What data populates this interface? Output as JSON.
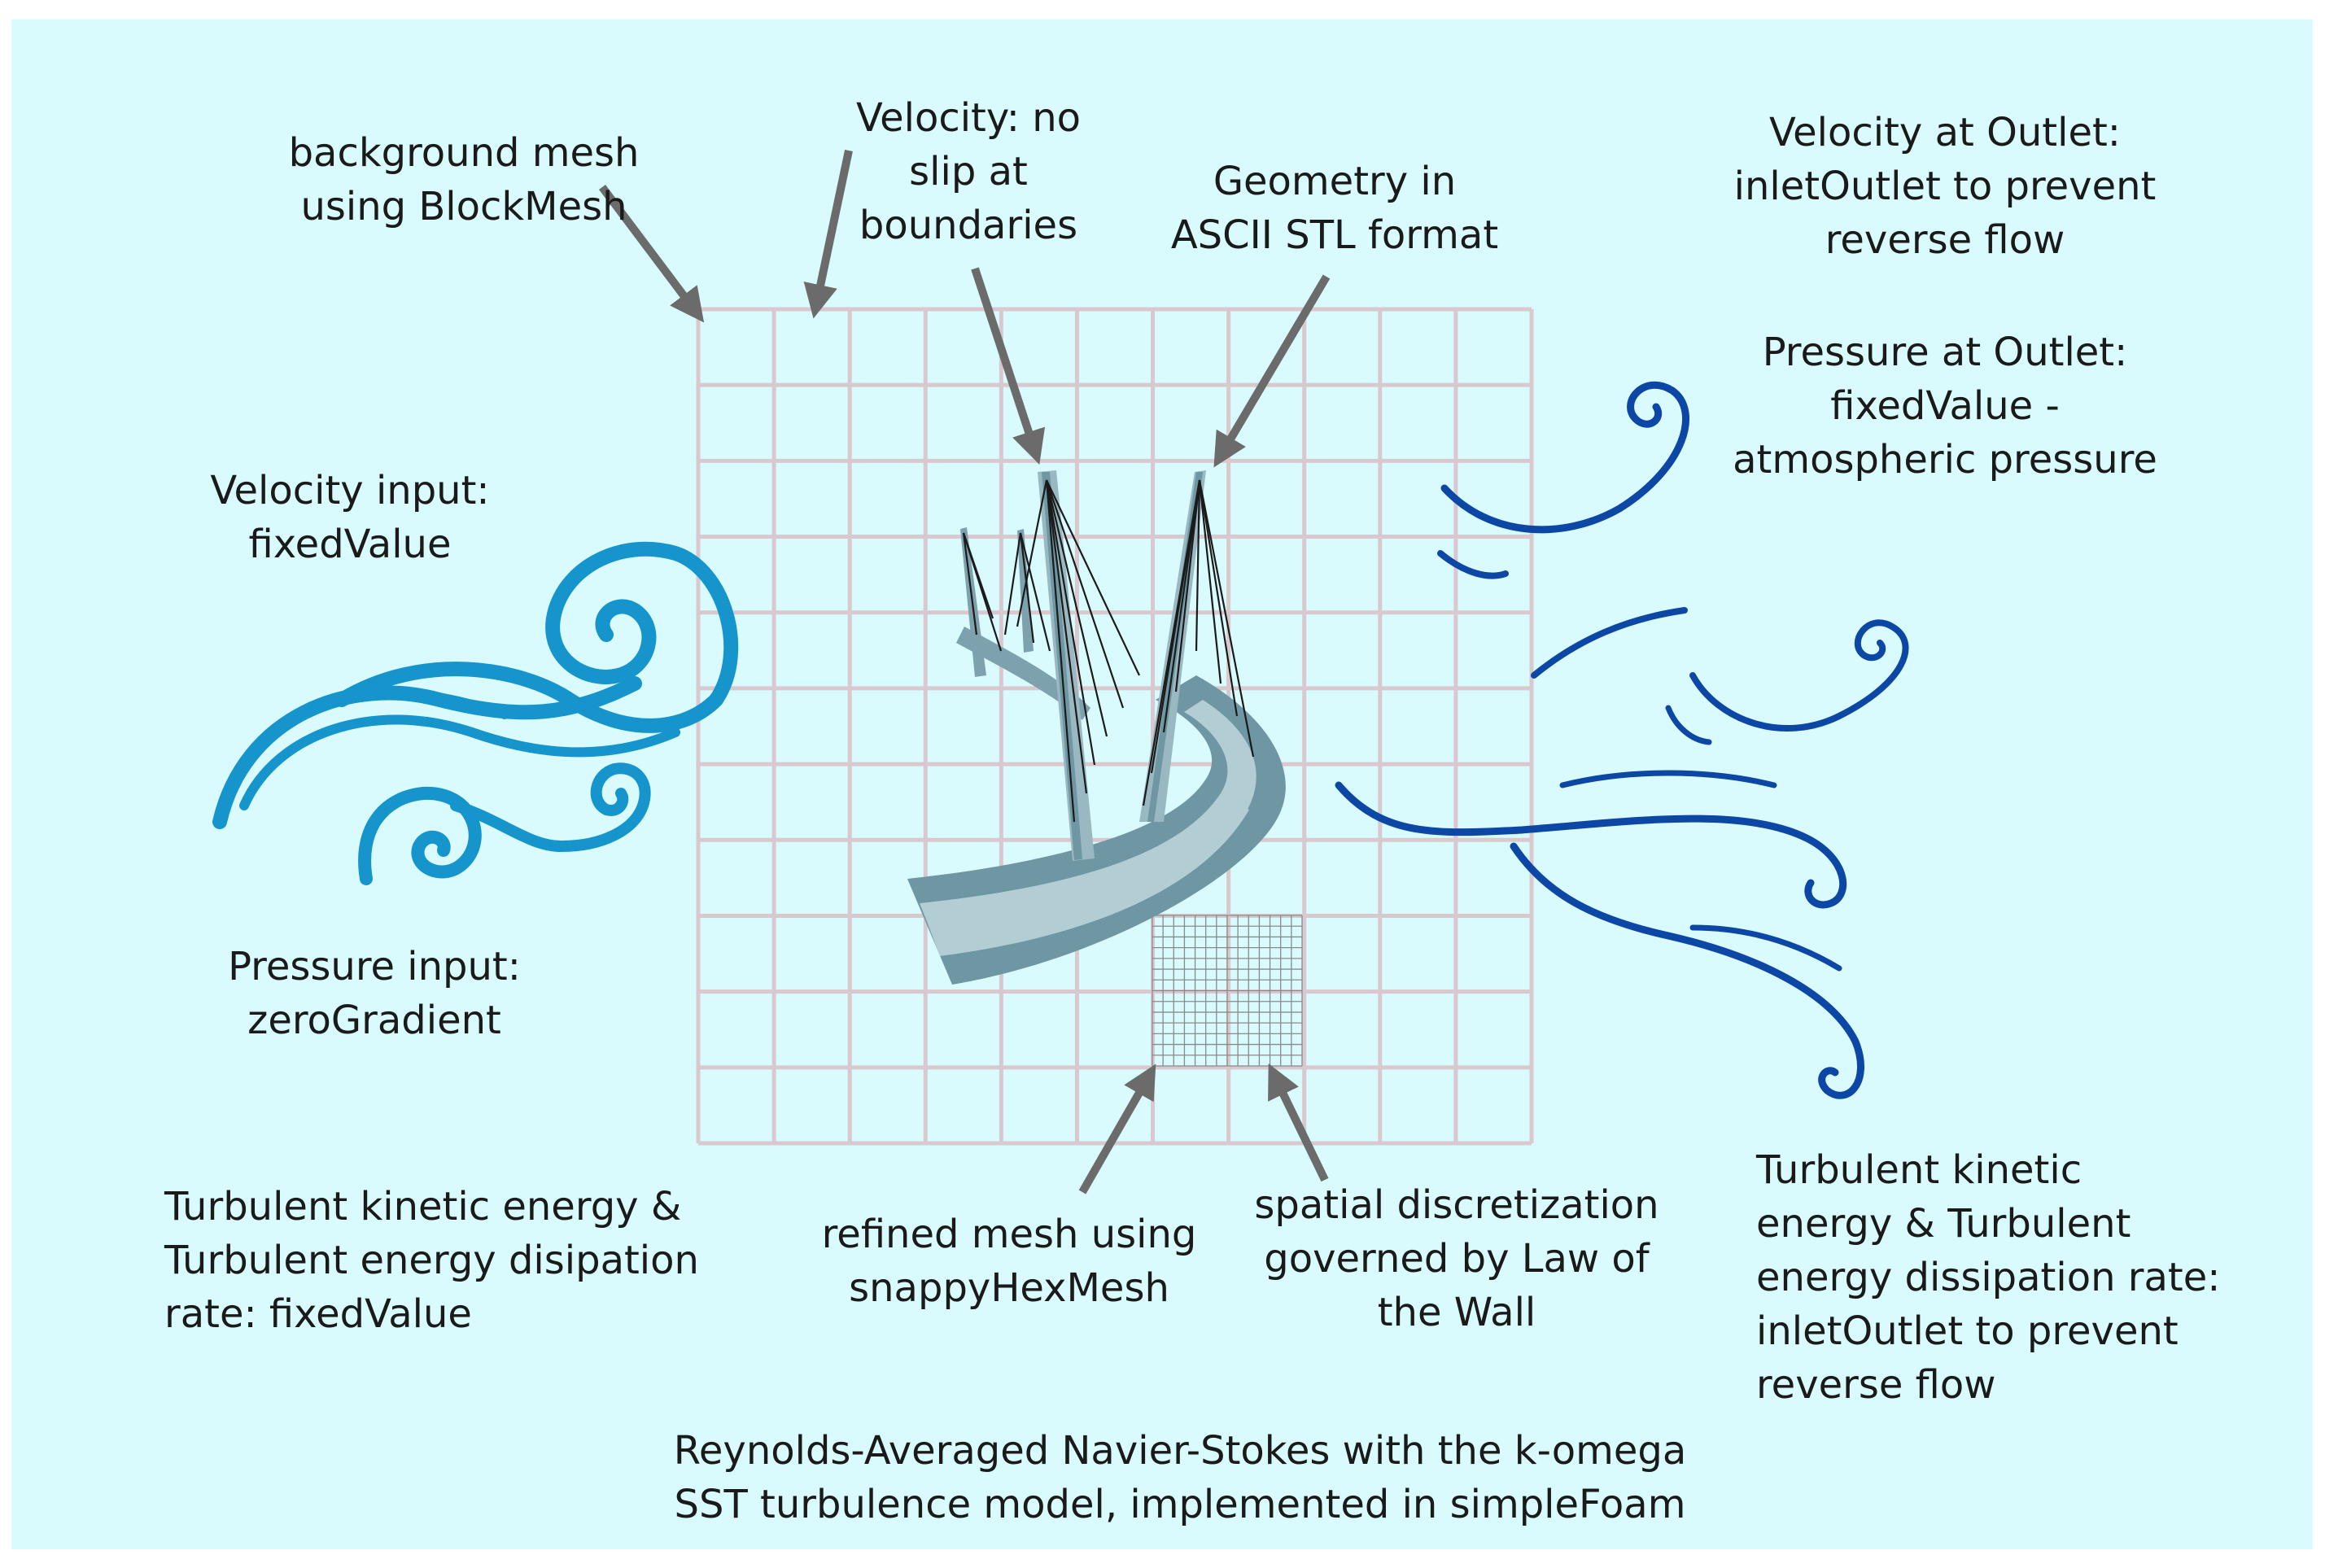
{
  "labels": {
    "background_mesh": [
      "background mesh",
      "using BlockMesh"
    ],
    "velocity_no_slip": [
      "Velocity: no",
      "slip at",
      "boundaries"
    ],
    "geometry_stl": [
      "Geometry in",
      "ASCII STL format"
    ],
    "velocity_outlet": [
      "Velocity at Outlet:",
      "inletOutlet to prevent",
      "reverse flow"
    ],
    "pressure_outlet": [
      "Pressure at Outlet:",
      "fixedValue -",
      "atmospheric pressure"
    ],
    "velocity_input": [
      "Velocity input:",
      "fixedValue"
    ],
    "pressure_input": [
      "Pressure input:",
      "zeroGradient"
    ],
    "turbulent_inlet": [
      "Turbulent kinetic energy &",
      "Turbulent energy disipation",
      "rate: fixedValue"
    ],
    "refined_mesh": [
      "refined mesh using",
      "snappyHexMesh"
    ],
    "spatial_discretization": [
      "spatial discretization",
      "governed by Law of",
      "the Wall"
    ],
    "turbulent_outlet": [
      "Turbulent kinetic",
      "energy & Turbulent",
      "energy dissipation rate:",
      "inletOutlet to prevent",
      "reverse flow"
    ],
    "model_caption": [
      "Reynolds-Averaged Navier-Stokes with the  k-omega",
      "SST turbulence model, implemented in simpleFoam"
    ]
  },
  "colors": {
    "background": "#d9fbfd",
    "text": "#1a1a1a",
    "grid": "#d9c9cf",
    "arrow": "#6b6b6b",
    "inlet_wind": "#1695cc",
    "outlet_wind": "#0d47a6",
    "bridge_dark": "#6e97a3",
    "bridge_light": "#b3cdd5",
    "cables": "#1b1b1b"
  },
  "icons": [
    "inlet-wind-swirl-icon",
    "outlet-wind-streak-icon",
    "cable-stayed-bridge-icon",
    "arrow-icon"
  ]
}
